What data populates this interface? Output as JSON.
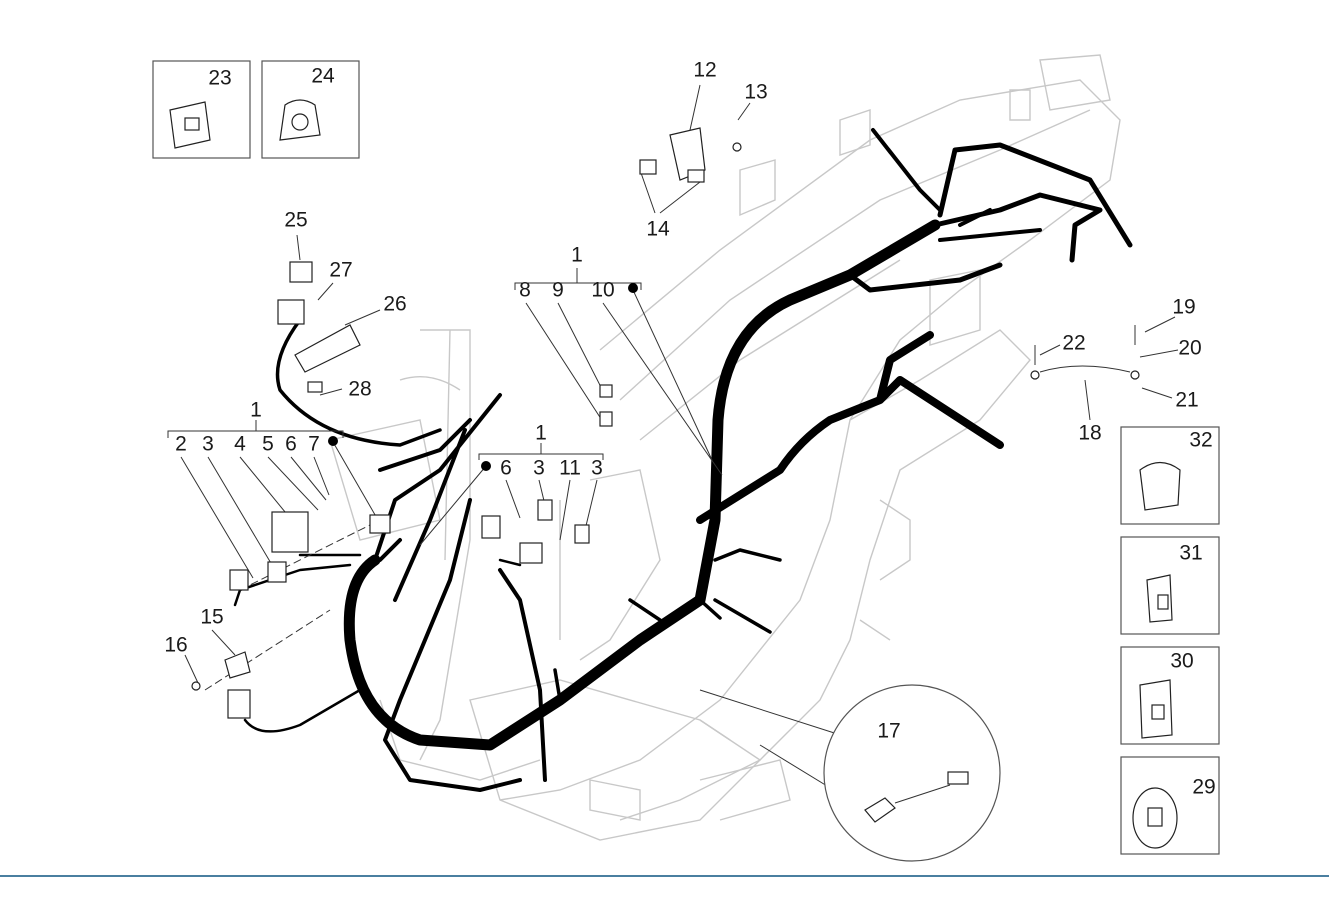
{
  "diagram": {
    "callouts": {
      "p23": "23",
      "p24": "24",
      "p12": "12",
      "p13": "13",
      "p14": "14",
      "p25": "25",
      "p27": "27",
      "p26": "26",
      "p28": "28",
      "g1_top": "1",
      "p8": "8",
      "p9": "9",
      "p10": "10",
      "p19": "19",
      "p22": "22",
      "p20": "20",
      "p21": "21",
      "p18": "18",
      "p32": "32",
      "p31": "31",
      "p30": "30",
      "p29": "29",
      "g1_left": "1",
      "p2": "2",
      "p3a": "3",
      "p4": "4",
      "p5": "5",
      "p6a": "6",
      "p7": "7",
      "g1_mid": "1",
      "p6b": "6",
      "p3b": "3",
      "p11": "11",
      "p3c": "3",
      "p15": "15",
      "p16": "16",
      "p17": "17"
    },
    "colors": {
      "harness": "#000000",
      "frame": "#c8c8c8",
      "bottom_rule": "#4a7fa0"
    }
  }
}
